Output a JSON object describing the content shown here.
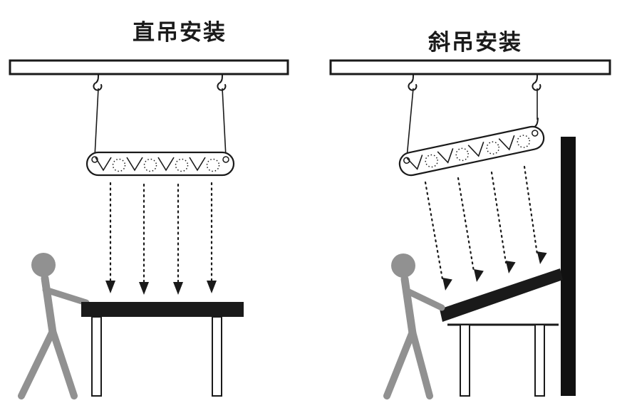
{
  "diagram": {
    "panels": [
      {
        "id": "straight-hanging",
        "title": "直吊安装"
      },
      {
        "id": "angled-hanging",
        "title": "斜吊安装"
      }
    ],
    "colors": {
      "ink": "#1a1a1a",
      "person_gray": "#919191",
      "surface_white": "#ffffff"
    },
    "icons": {
      "hook-icon": "j-curve-hook",
      "light-ray-arrow": "dotted-line-with-solid-triangle",
      "fan-vent-icon": "dotted-circle",
      "reflector-icon": "v-zigzag"
    }
  }
}
